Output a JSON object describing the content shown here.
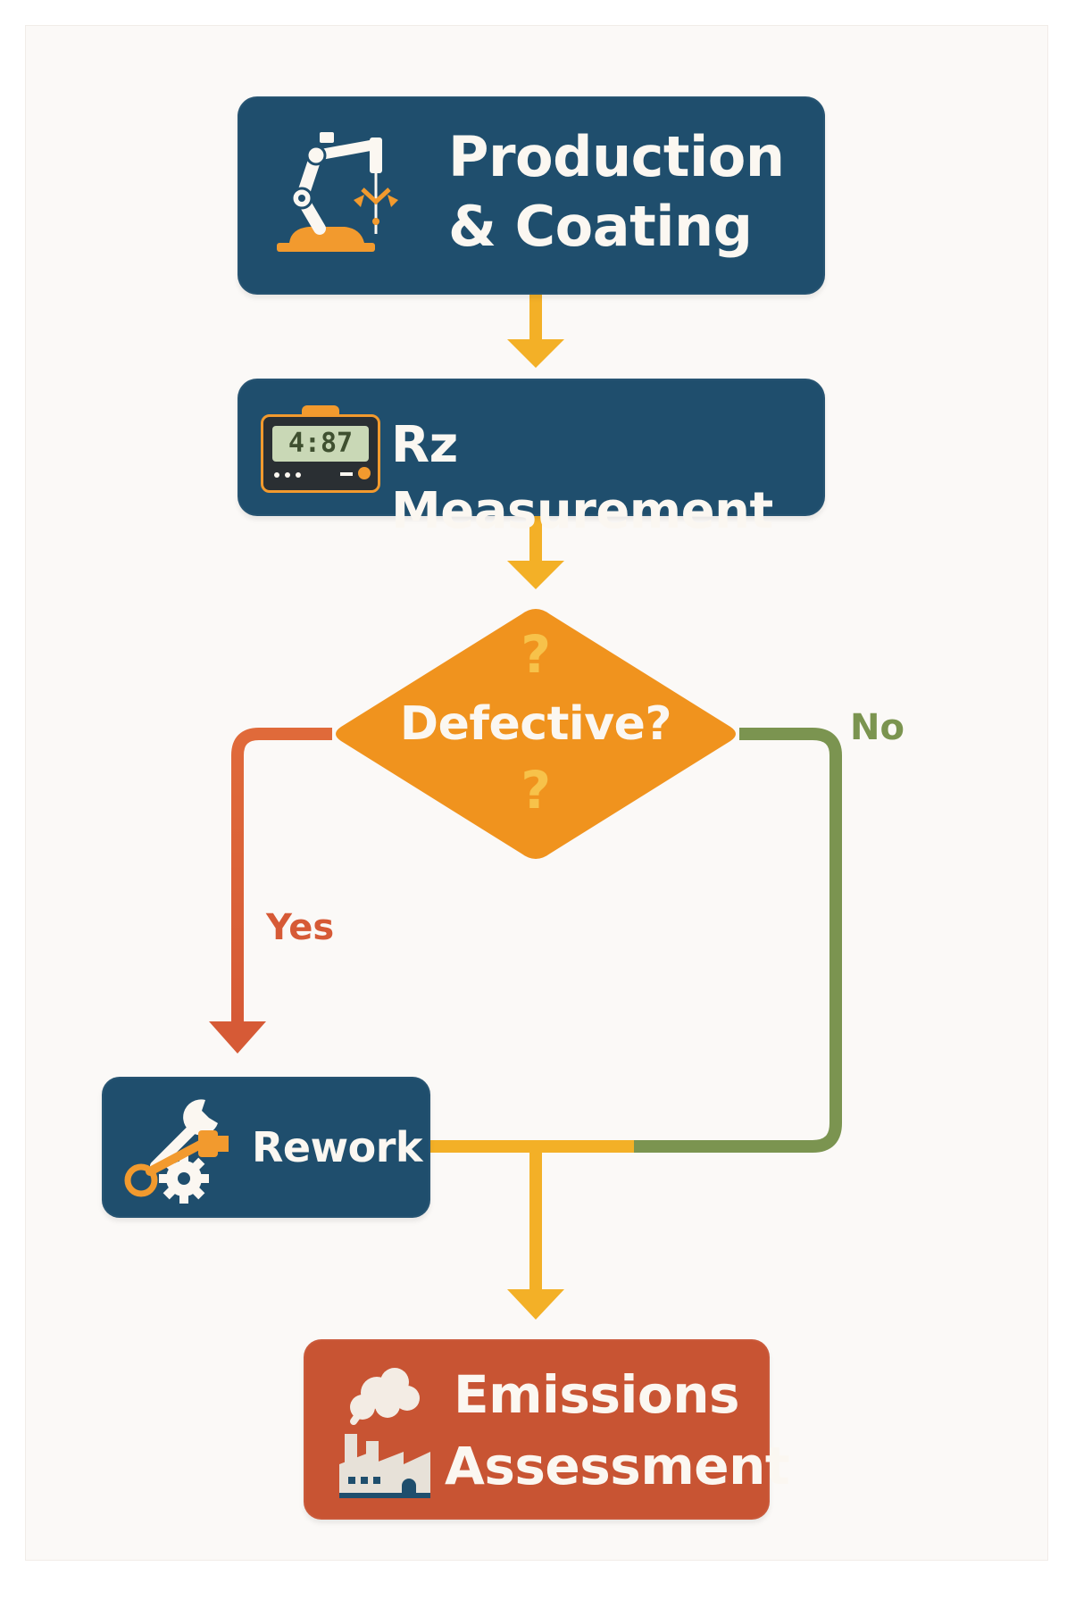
{
  "nodes": {
    "production": {
      "line1": "Production",
      "line2": "& Coating"
    },
    "measurement": {
      "label": "Rz Measurement",
      "display": "4:87"
    },
    "decision": {
      "label": "Defective?",
      "mark_top": "?",
      "mark_bottom": "?"
    },
    "rework": {
      "label": "Rework"
    },
    "emissions": {
      "line1": "Emissions",
      "line2": "Assessment"
    }
  },
  "edges": {
    "yes_label": "Yes",
    "no_label": "No"
  },
  "colors": {
    "node_blue": "#1f4e6d",
    "node_red": "#c85433",
    "decision_orange": "#f0931e",
    "arrow_gold": "#f3b027",
    "yes_red": "#d65a36",
    "no_green": "#7b9450",
    "accent_orange": "#f29a2e"
  },
  "icons": {
    "production": "robot-arm-icon",
    "measurement": "digital-gauge-icon",
    "rework": "wrench-gear-icon",
    "emissions": "factory-smoke-icon"
  }
}
